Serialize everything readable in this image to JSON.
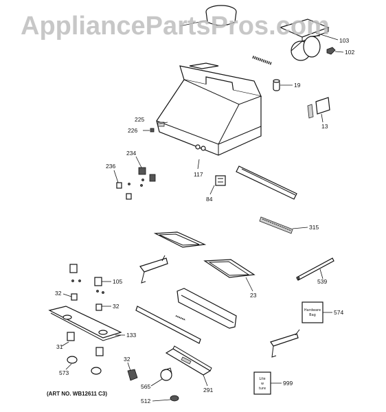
{
  "watermark": "AppliancePartsPros.com",
  "art_number": "(ART NO. WB12611 C3)",
  "callouts": {
    "c103": "103",
    "c102": "102",
    "c19": "19",
    "c13": "13",
    "c225": "225",
    "c226": "226",
    "c234": "234",
    "c236": "236",
    "c117": "117",
    "c84": "84",
    "c315": "315",
    "c105": "105",
    "c32a": "32",
    "c32b": "32",
    "c539": "539",
    "c23": "23",
    "c574": "574",
    "c31": "31",
    "c133": "133",
    "c573": "573",
    "c32c": "32",
    "c565": "565",
    "c512": "512",
    "c291": "291",
    "c999": "999"
  },
  "part_text": {
    "hardware_bag": [
      "Hardware",
      "Bag"
    ],
    "literature": [
      "Lite",
      "w",
      "ture"
    ]
  }
}
